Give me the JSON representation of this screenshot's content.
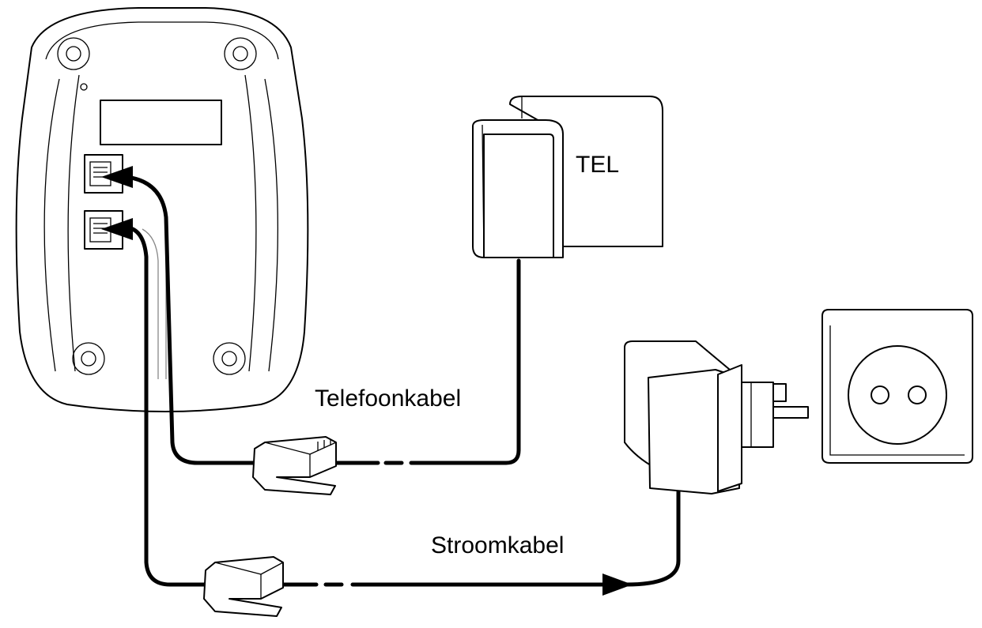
{
  "labels": {
    "tel": "TEL",
    "phone_cable": "Telefoonkabel",
    "power_cable": "Stroomkabel"
  },
  "colors": {
    "line": "#000000",
    "background": "#ffffff"
  }
}
